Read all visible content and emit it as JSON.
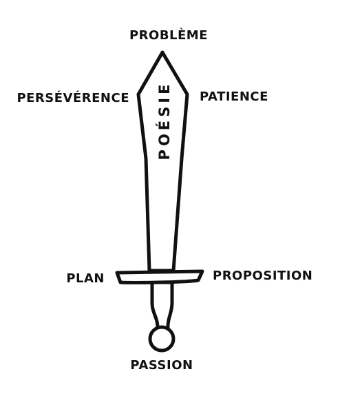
{
  "labels": {
    "tip": "PROBLÈME",
    "blade_left": "PERSÉVÉRENCE",
    "blade_right": "PATIENCE",
    "blade_center": "POÉSIE",
    "guard_left": "PLAN",
    "guard_right": "PROPOSITION",
    "pommel": "PASSION"
  },
  "colors": {
    "ink": "#111111",
    "background": "#ffffff"
  }
}
